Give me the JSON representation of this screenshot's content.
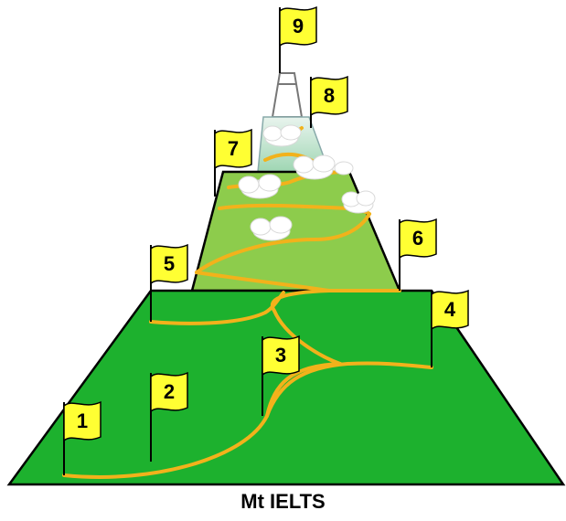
{
  "caption": "Mt IELTS",
  "colors": {
    "base_green": "#1db12e",
    "middle_green": "#8dcc4c",
    "summit_green": "#b7ddc8",
    "path_orange": "#f2b21b",
    "flag_yellow": "#ffff33",
    "outline": "#000000"
  },
  "flags": [
    {
      "label": "1"
    },
    {
      "label": "2"
    },
    {
      "label": "3"
    },
    {
      "label": "4"
    },
    {
      "label": "5"
    },
    {
      "label": "6"
    },
    {
      "label": "7"
    },
    {
      "label": "8"
    },
    {
      "label": "9"
    }
  ]
}
